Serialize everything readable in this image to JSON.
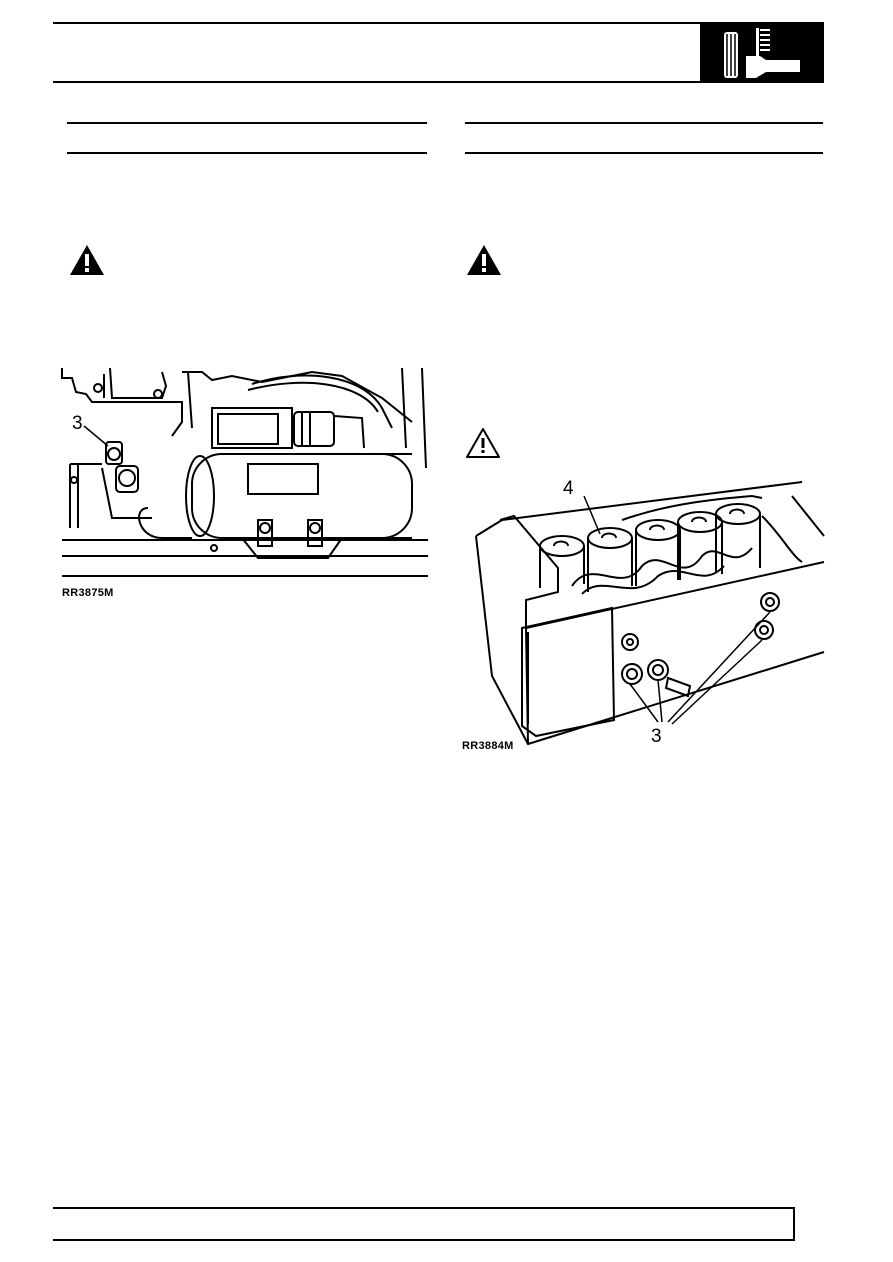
{
  "left_column": {
    "figure": {
      "callout": "3",
      "caption": "RR3875M"
    }
  },
  "right_column": {
    "figure": {
      "callout_top": "4",
      "callout_bottom": "3",
      "caption": "RR3884M"
    }
  },
  "icons": {
    "section_logo": "suspension-section-icon",
    "warning_left": "warning-filled-icon",
    "warning_right": "warning-filled-icon",
    "caution_right": "caution-outline-icon"
  }
}
